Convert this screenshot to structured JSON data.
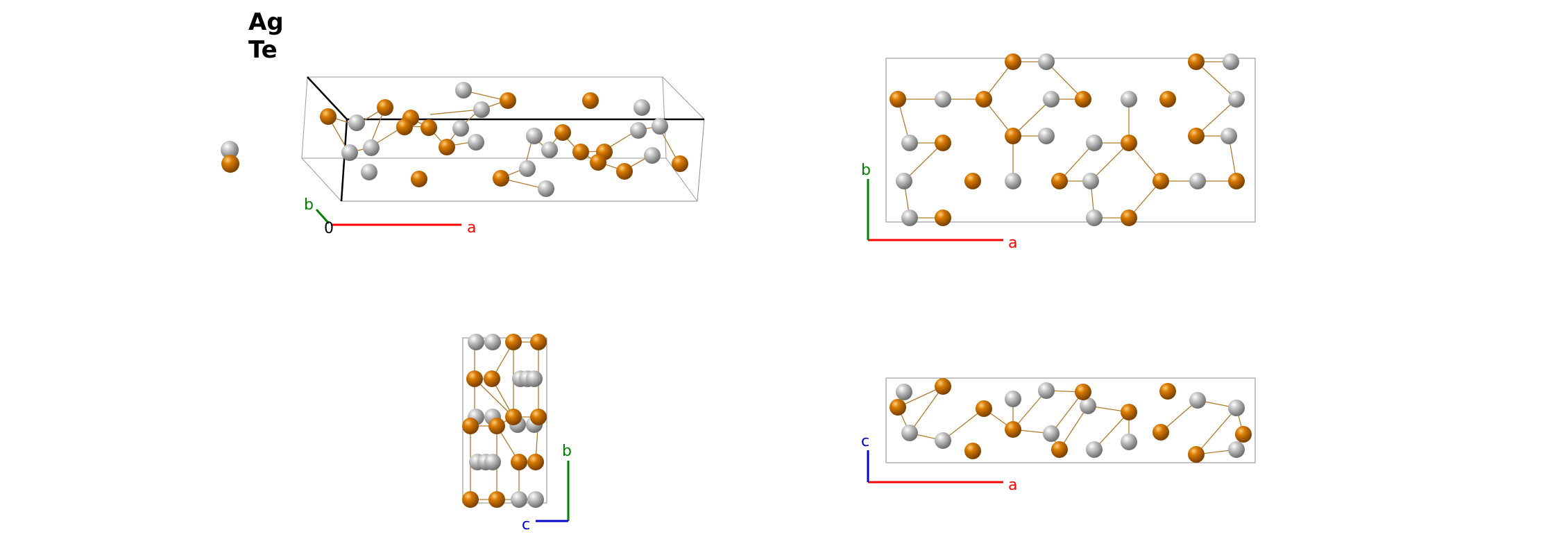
{
  "legend": {
    "elements": [
      "Ag",
      "Te"
    ]
  },
  "colors": {
    "Ag": "#aaaaaa",
    "Te": "#d87a00",
    "bond": "#b07a2c",
    "cell": "#8a8a8a",
    "axis_a": "#ff0000",
    "axis_b": "#008000",
    "axis_c": "#0000cc"
  },
  "views": [
    {
      "name": "perspective",
      "axes": [
        "a",
        "b"
      ],
      "origin_label": "0"
    },
    {
      "name": "view-ab",
      "axes": [
        "a",
        "b"
      ]
    },
    {
      "name": "view-cb",
      "axes": [
        "c",
        "b"
      ]
    },
    {
      "name": "view-ac",
      "axes": [
        "a",
        "c"
      ]
    }
  ]
}
